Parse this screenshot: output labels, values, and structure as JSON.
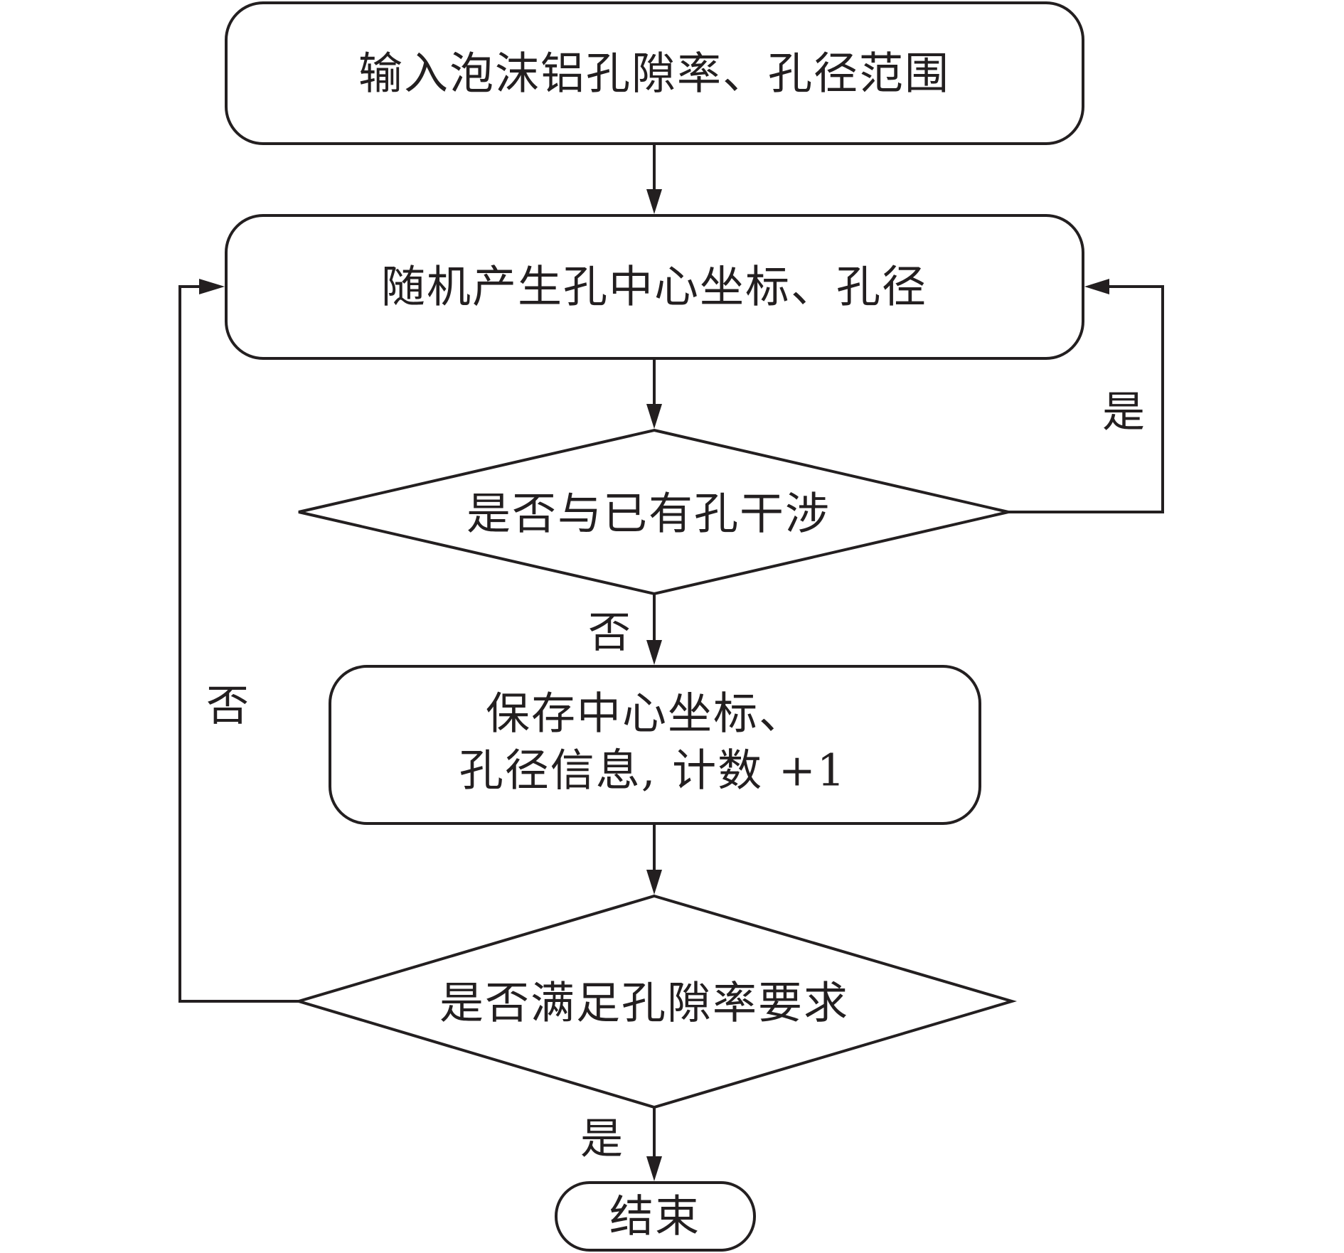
{
  "nodes": {
    "input": {
      "label": "输入泡沫铝孔隙率、孔径范围"
    },
    "generate": {
      "label": "随机产生孔中心坐标、孔径"
    },
    "check_interference": {
      "label": "是否与已有孔干涉"
    },
    "save": {
      "label_line1": "保存中心坐标、",
      "label_line2": "孔径信息, 计数 +1"
    },
    "check_porosity": {
      "label": "是否满足孔隙率要求"
    },
    "end": {
      "label": "结束"
    }
  },
  "edge_labels": {
    "interference_yes": "是",
    "interference_no": "否",
    "porosity_no": "否",
    "porosity_yes": "是"
  },
  "colors": {
    "line": "#231f20",
    "background": "#ffffff"
  }
}
